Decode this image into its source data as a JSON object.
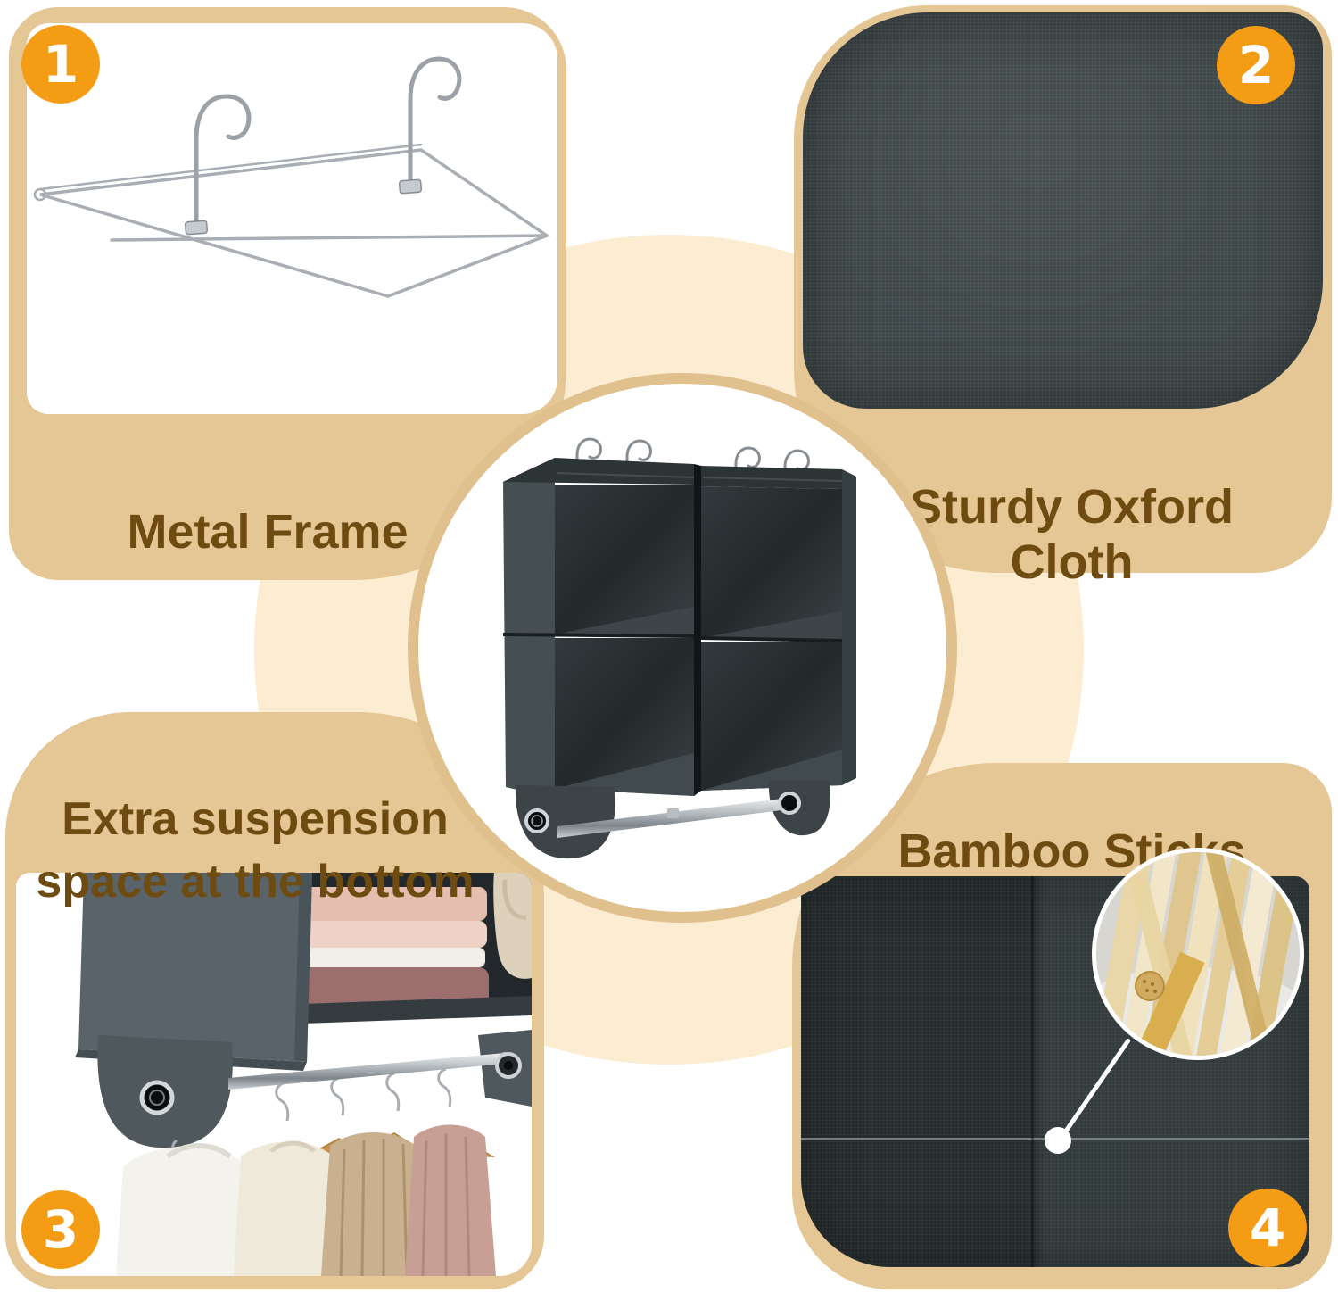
{
  "colors": {
    "panel_tan": "#e5c795",
    "center_ring_tan": "#e0c08c",
    "backdrop_cream": "#fcecd2",
    "heading_brown": "#6e4b10",
    "badge_orange": "#f49c14",
    "badge_text": "#ffffff",
    "oxford_fabric_gray": "#3e4749",
    "product_gray": "#40494c"
  },
  "features": {
    "metal_frame": {
      "number": "1",
      "title": "Metal Frame",
      "photo": "metal-frame-hangers-photo"
    },
    "oxford_cloth": {
      "number": "2",
      "line1": "Sturdy Oxford",
      "line2": "Cloth",
      "photo": "oxford-cloth-texture-photo"
    },
    "suspension_space": {
      "number": "3",
      "line1": "Extra suspension",
      "line2": "space at the bottom",
      "photo": "bottom-hanging-rod-with-clothes-photo"
    },
    "bamboo_sticks": {
      "number": "4",
      "title": "Bamboo Sticks",
      "photo": "dark-fabric-with-bamboo-inset-photo"
    }
  }
}
